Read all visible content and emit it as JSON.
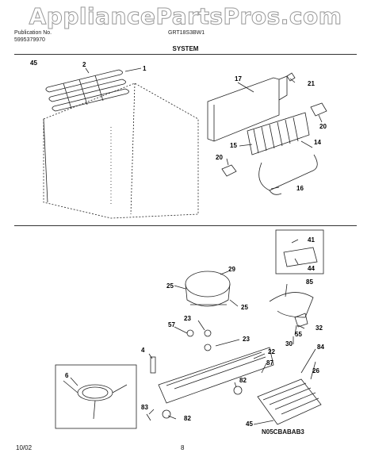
{
  "watermark": "AppliancePartsPros.com",
  "header": {
    "pub_label": "Publication No.",
    "pub_no": "5995379970",
    "model": "GRT18S3BW1",
    "section": "SYSTEM"
  },
  "callouts": {
    "c45a": "45",
    "c2": "2",
    "c1": "1",
    "c17": "17",
    "c21": "21",
    "c20a": "20",
    "c15": "15",
    "c14": "14",
    "c20b": "20",
    "c16": "16",
    "c41": "41",
    "c44": "44",
    "c29": "29",
    "c85": "85",
    "c25a": "25",
    "c25b": "25",
    "c57": "57",
    "c23a": "23",
    "c23b": "23",
    "c32": "32",
    "c55": "55",
    "c30": "30",
    "c4": "4",
    "c22": "22",
    "c84": "84",
    "c6": "6",
    "c87": "87",
    "c26": "26",
    "c82a": "82",
    "c83": "83",
    "c82b": "82",
    "c45b": "45"
  },
  "footer": {
    "date": "10/02",
    "page": "8",
    "code": "N05CBABAB3"
  }
}
